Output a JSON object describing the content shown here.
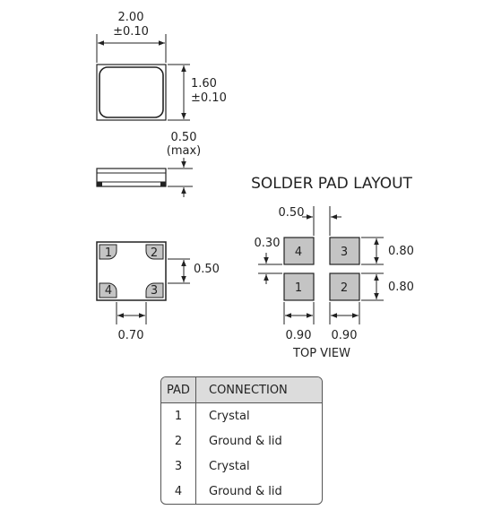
{
  "top_width": {
    "value": "2.00",
    "tol": "±0.10"
  },
  "top_height": {
    "value": "1.60",
    "tol": "±0.10"
  },
  "side_height": {
    "value": "0.50",
    "note": "(max)"
  },
  "pin_spacing_v": "0.50",
  "pin_spacing_h": "0.70",
  "package_pads": [
    "1",
    "2",
    "4",
    "3"
  ],
  "layout": {
    "title": "SOLDER PAD LAYOUT",
    "gap_h": "0.50",
    "gap_v": "0.30",
    "pad_h1": "0.80",
    "pad_h2": "0.80",
    "pad_w1": "0.90",
    "pad_w2": "0.90",
    "view_label": "TOP VIEW",
    "pads": [
      "4",
      "3",
      "1",
      "2"
    ]
  },
  "table": {
    "headers": [
      "PAD",
      "CONNECTION"
    ],
    "rows": [
      {
        "pad": "1",
        "connection": "Crystal"
      },
      {
        "pad": "2",
        "connection": "Ground & lid"
      },
      {
        "pad": "3",
        "connection": "Crystal"
      },
      {
        "pad": "4",
        "connection": "Ground & lid"
      }
    ]
  },
  "colors": {
    "pad_fill": "#c4c4c4",
    "line": "#222222",
    "header_fill": "#dcdcdc"
  }
}
